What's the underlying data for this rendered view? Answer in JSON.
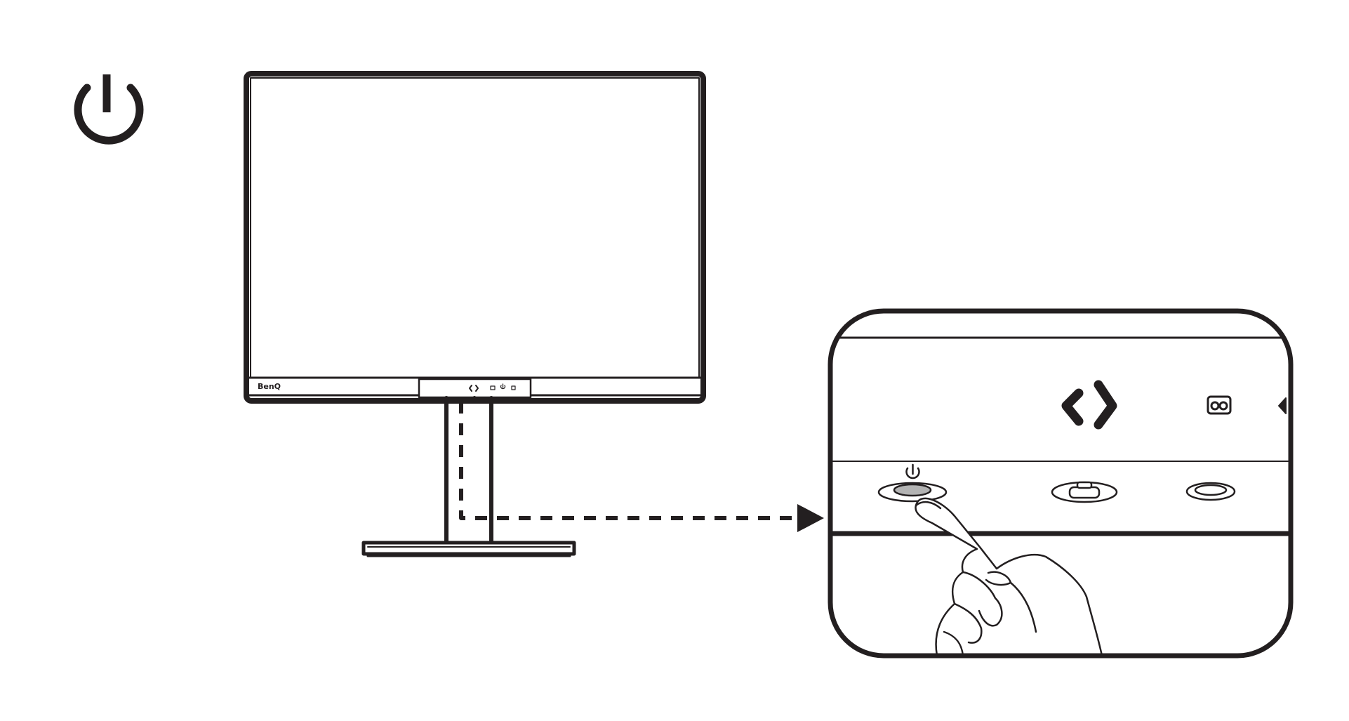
{
  "figure": {
    "brand_label": "BenQ",
    "callout_power_glyph": "⏻"
  },
  "icons": {
    "large_power": "power-icon",
    "monitor_buttons": [
      "scroll-key-icon",
      "eye-care-icon",
      "power-icon",
      "input-icon"
    ],
    "zoom_buttons": [
      "power-button",
      "center-button",
      "eye-care-button"
    ]
  },
  "colors": {
    "line": "#231f20",
    "background": "#ffffff",
    "pressed_button": "#b3b3b3"
  }
}
